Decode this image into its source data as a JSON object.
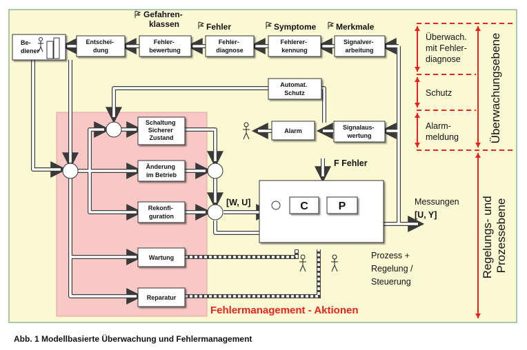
{
  "boxes": {
    "bediener": "Be-\ndiener",
    "entscheidung": "Entschei-\ndung",
    "fehlerbewertung": "Fehler-\nbewertung",
    "fehlerdiagnose": "Fehler-\ndiagnose",
    "fehlererkennung": "Fehlerer-\nkennung",
    "signalverarbeitung": "Signalver-\narbeitung",
    "automat_schutz": "Automat.\nSchutz",
    "alarm": "Alarm",
    "signalauswertung": "Signalaus-\nwertung",
    "schaltung": "Schaltung\nSicherer\nZustand",
    "aenderung": "Änderung\nim Betrieb",
    "rekonfiguration": "Rekonfi-\nguration",
    "wartung": "Wartung",
    "reparatur": "Reparatur",
    "c": "C",
    "p": "P"
  },
  "headers": {
    "gefahrenklassen": "Gefahren-\nklassen",
    "fehler": "Fehler",
    "symptome": "Symptome",
    "merkmale": "Merkmale"
  },
  "labels": {
    "f_fehler": "F Fehler",
    "wu": "[W, U]",
    "messungen": "Messungen",
    "uy": "[U, Y]",
    "prozess": "Prozess +\nRegelung /\nSteuerung",
    "fehlermanagement": "Fehlermanagement - Aktionen",
    "ueberwach": "Überwach.\nmit Fehler-\ndiagnose",
    "schutz": "Schutz",
    "alarmmeldung": "Alarm-\nmeldung",
    "ueberwachungsebene": "Überwachungsebene",
    "regelungsebene": "Regelungs- und\nProzessebene",
    "caption": "Abb. 1 Modellbasierte Überwachung und Fehlermanagement"
  },
  "colors": {
    "background": "#fbf9d4",
    "action_area": "#f7c8c6",
    "accent_red": "#e8231d"
  },
  "icons": [
    "person-icon",
    "flag-icon"
  ]
}
